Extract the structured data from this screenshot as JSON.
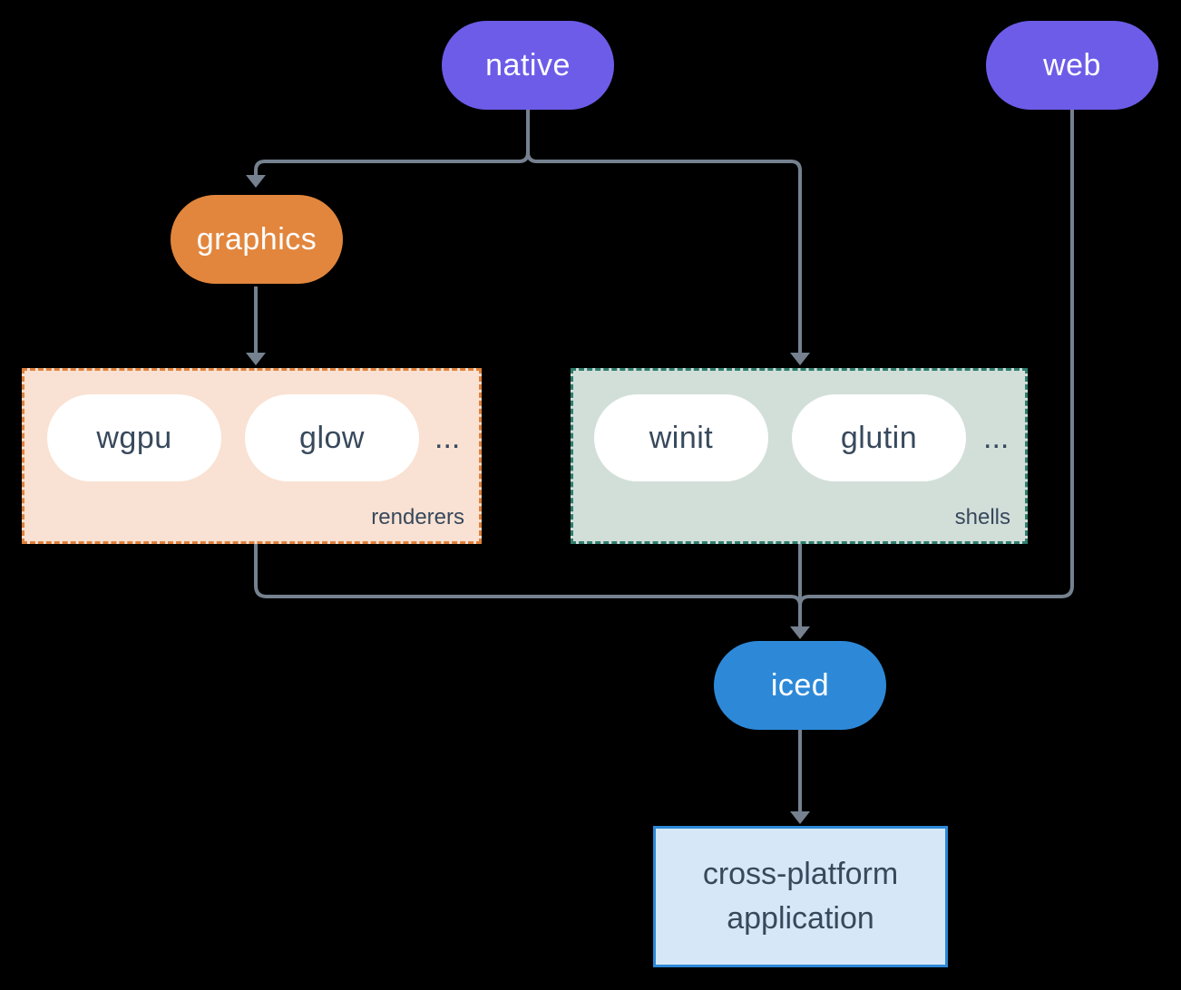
{
  "diagram": {
    "nodes": {
      "native": {
        "label": "native"
      },
      "web": {
        "label": "web"
      },
      "graphics": {
        "label": "graphics"
      },
      "iced": {
        "label": "iced"
      },
      "application": {
        "label": "cross-platform application"
      }
    },
    "groups": {
      "renderers": {
        "label": "renderers",
        "items": [
          "wgpu",
          "glow"
        ],
        "ellipsis": "..."
      },
      "shells": {
        "label": "shells",
        "items": [
          "winit",
          "glutin"
        ],
        "ellipsis": "..."
      }
    }
  },
  "colors": {
    "background": "#000000",
    "node_purple": "#6d5ce8",
    "node_orange": "#e2863d",
    "node_blue": "#2d89d8",
    "node_white": "#ffffff",
    "renderers_bg": "#f9e2d3",
    "renderers_border": "#e0813c",
    "shells_bg": "#d2dfd9",
    "shells_border": "#2f7e6e",
    "app_bg": "#d6e8f8",
    "app_border": "#2d89d8",
    "text_light": "#ffffff",
    "text_dark": "#38495c",
    "connector": "#75818f"
  }
}
